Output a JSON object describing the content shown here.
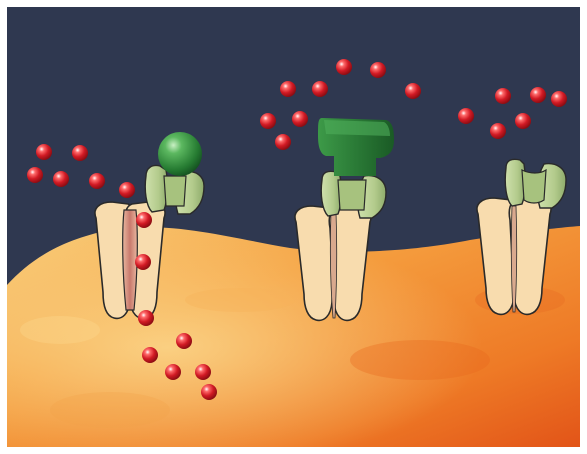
{
  "figure": {
    "colors": {
      "frame": "#ffffff",
      "extracellular_background": "#2f3850",
      "cytoplasm_light": "#f7c56a",
      "cytoplasm_mid": "#f59a3a",
      "cytoplasm_dark": "#e4581a",
      "channel_subunit_fill": "#f8dcae",
      "channel_subunit_outline": "#2a2a2a",
      "open_pore": "#d89a8a",
      "gate_subunit_fill": "#b8cf92",
      "gate_subunit_shade": "#8eab6b",
      "agonist_ligand": "#2f8a3c",
      "antagonist_ligand": "#2a7a36",
      "ion_color": "#d11a24",
      "ion_highlight": "#ffffff"
    },
    "channels": [
      {
        "id": "channel-1",
        "state": "open",
        "ligand": "sphere-agonist"
      },
      {
        "id": "channel-2",
        "state": "blocked",
        "ligand": "block-antagonist"
      },
      {
        "id": "channel-3",
        "state": "closed",
        "ligand": "none"
      }
    ],
    "ion_icon": "red-sphere-ion"
  }
}
